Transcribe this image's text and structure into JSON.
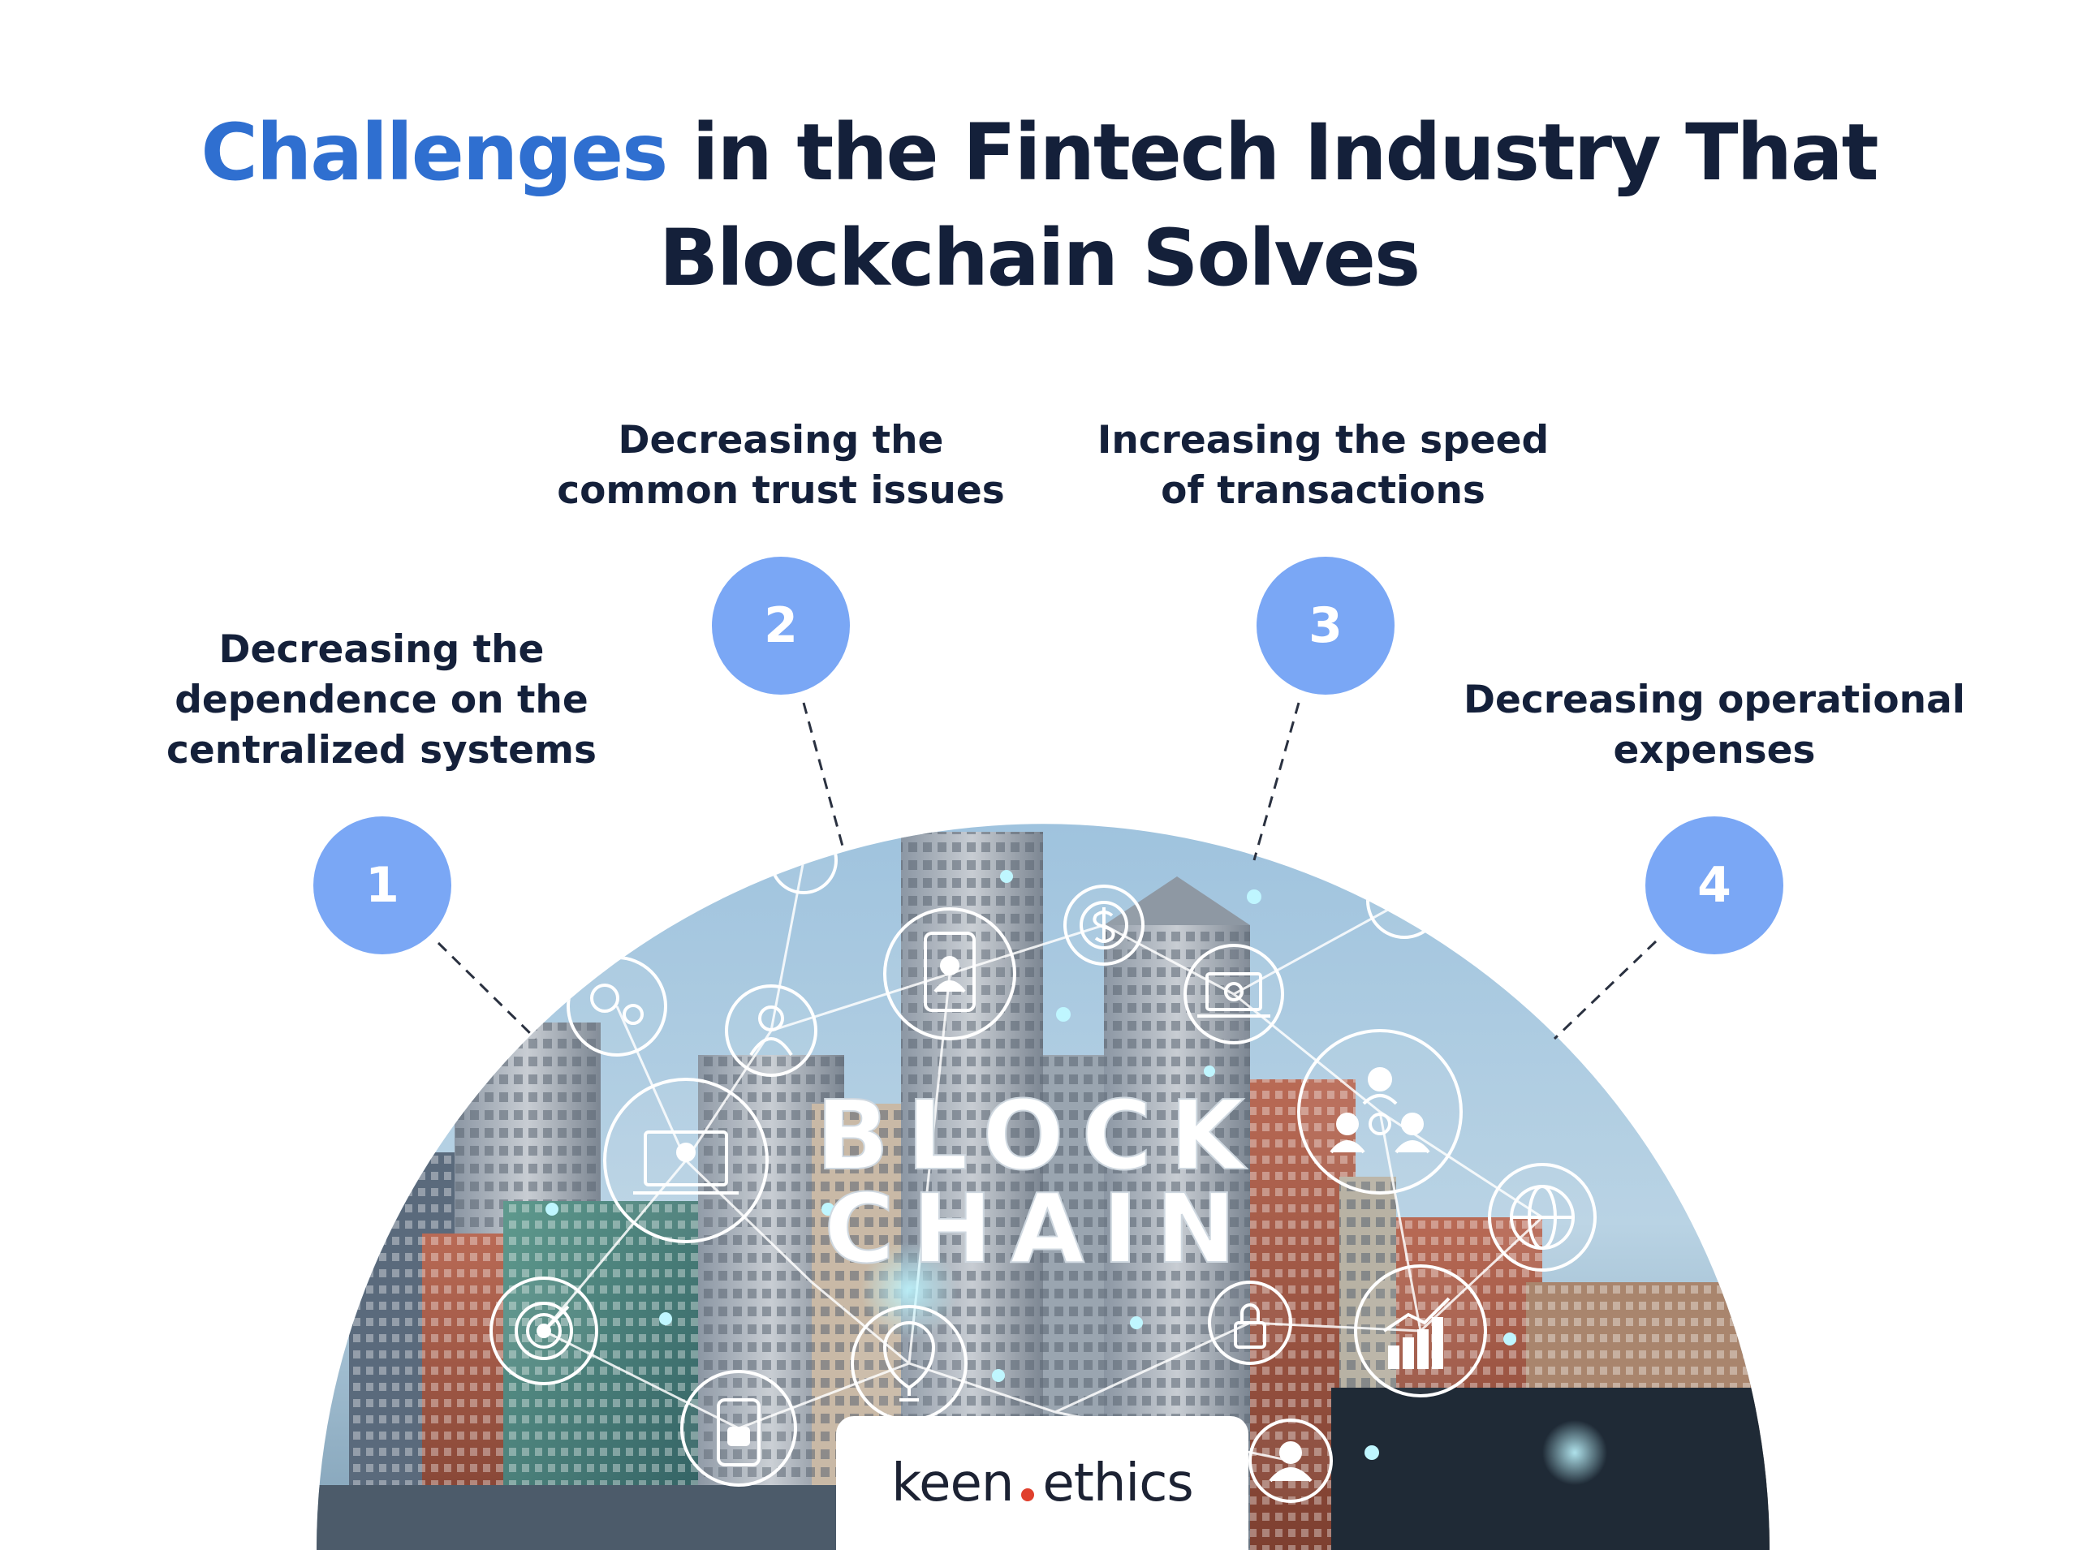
{
  "title": {
    "accent_word": "Challenges",
    "line1_rest": " in the Fintech Industry That",
    "line2": "Blockchain Solves"
  },
  "steps": [
    {
      "number": "1",
      "lines": [
        "Decreasing the",
        "dependence on the",
        "centralized systems"
      ]
    },
    {
      "number": "2",
      "lines": [
        "Decreasing the",
        "common trust issues"
      ]
    },
    {
      "number": "3",
      "lines": [
        "Increasing the speed",
        "of transactions"
      ]
    },
    {
      "number": "4",
      "lines": [
        "Decreasing operational",
        "expenses"
      ]
    }
  ],
  "image": {
    "overlay_line1": "BLOCK",
    "overlay_line2": "CHAIN"
  },
  "logo": {
    "part1": "keen",
    "part2": "ethics"
  },
  "colors": {
    "accent": "#2f6fd0",
    "text": "#14203a",
    "circle": "#7aa7f5",
    "logo_dot": "#e0402d"
  }
}
